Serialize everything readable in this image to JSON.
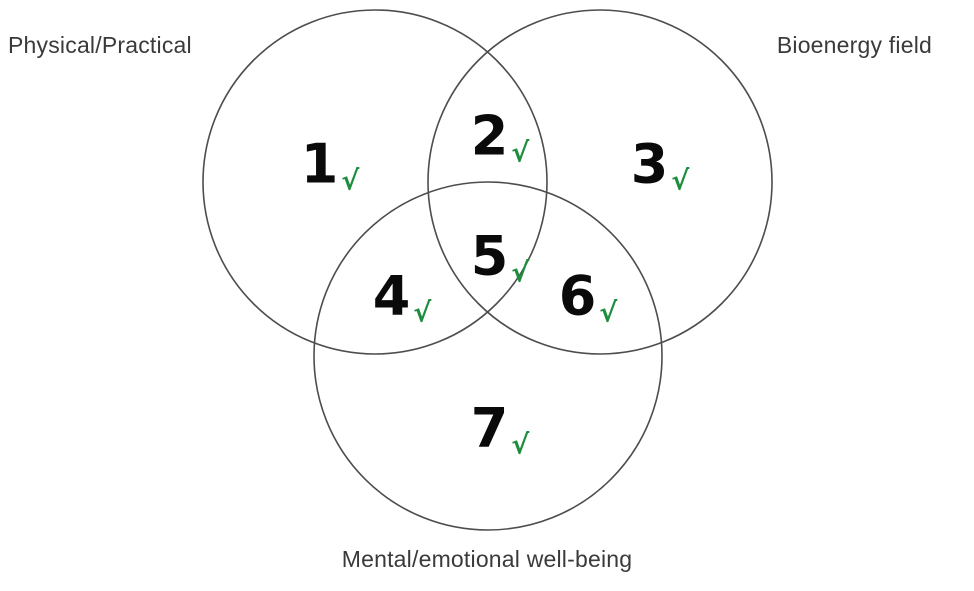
{
  "diagram": {
    "type": "venn",
    "circle_stroke_color": "#4d4d4d",
    "check_color": "#1e8e3e",
    "sets": [
      {
        "label": "Physical/Practical"
      },
      {
        "label": "Bioenergy field"
      },
      {
        "label": "Mental/emotional well-being"
      }
    ],
    "regions": [
      {
        "number": "1",
        "check": "√"
      },
      {
        "number": "2",
        "check": "√"
      },
      {
        "number": "3",
        "check": "√"
      },
      {
        "number": "4",
        "check": "√"
      },
      {
        "number": "5",
        "check": "√"
      },
      {
        "number": "6",
        "check": "√"
      },
      {
        "number": "7",
        "check": "√"
      }
    ]
  }
}
